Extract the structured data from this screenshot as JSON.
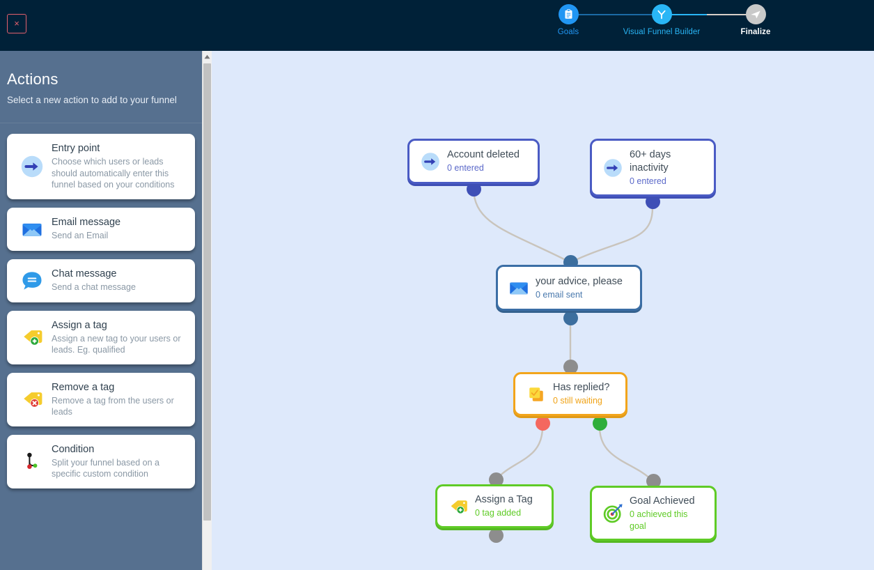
{
  "topbar": {
    "close_label": "×",
    "close_icon": "close-icon",
    "background": "#002138",
    "steps": [
      {
        "label": "Goals",
        "icon": "clipboard-icon",
        "state": "done",
        "color": "#2196f3",
        "label_color": "#2196f3"
      },
      {
        "label": "Visual Funnel Builder",
        "icon": "funnel-fork-icon",
        "state": "current",
        "color": "#29b6f6",
        "label_color": "#29b6f6"
      },
      {
        "label": "Finalize",
        "icon": "paper-plane-icon",
        "state": "todo",
        "color": "#c9c9c9",
        "label_color": "#ffffff"
      }
    ]
  },
  "sidebar": {
    "title": "Actions",
    "subtitle": "Select a new action to add to your funnel",
    "background": "#56708f",
    "actions": [
      {
        "title": "Entry point",
        "desc": "Choose which users or leads should automatically enter this funnel based on your conditions",
        "icon": "arrow-right-circle-icon"
      },
      {
        "title": "Email message",
        "desc": "Send an Email",
        "icon": "envelope-icon"
      },
      {
        "title": "Chat message",
        "desc": "Send a chat message",
        "icon": "chat-bubble-icon"
      },
      {
        "title": "Assign a tag",
        "desc": "Assign a new tag to your users or leads. Eg. qualified",
        "icon": "tag-plus-icon"
      },
      {
        "title": "Remove a tag",
        "desc": "Remove a tag from the users or leads",
        "icon": "tag-remove-icon"
      },
      {
        "title": "Condition",
        "desc": "Split your funnel based on a specific custom condition",
        "icon": "branch-condition-icon"
      }
    ],
    "scrollbar": {
      "up_arrow_icon": "caret-up-icon"
    }
  },
  "canvas": {
    "background": "#dee9fb",
    "edge_color": "#c9c4bc",
    "nodes": [
      {
        "id": "account-deleted",
        "title": "Account deleted",
        "subtitle": "0 entered",
        "icon": "arrow-right-circle-icon",
        "type": "entry"
      },
      {
        "id": "inactivity",
        "title": "60+ days inactivity",
        "subtitle": "0 entered",
        "icon": "arrow-right-circle-icon",
        "type": "entry"
      },
      {
        "id": "email",
        "title": "your advice, please",
        "subtitle": "0 email sent",
        "icon": "envelope-icon",
        "type": "email"
      },
      {
        "id": "has-replied",
        "title": "Has replied?",
        "subtitle": "0 still waiting",
        "icon": "condition-card-icon",
        "type": "condition"
      },
      {
        "id": "assign-a-tag",
        "title": "Assign a Tag",
        "subtitle": "0 tag added",
        "icon": "tag-plus-icon",
        "type": "tag"
      },
      {
        "id": "goal-achieved",
        "title": "Goal Achieved",
        "subtitle": "0 achieved this goal",
        "icon": "target-dart-icon",
        "type": "goal"
      }
    ]
  }
}
